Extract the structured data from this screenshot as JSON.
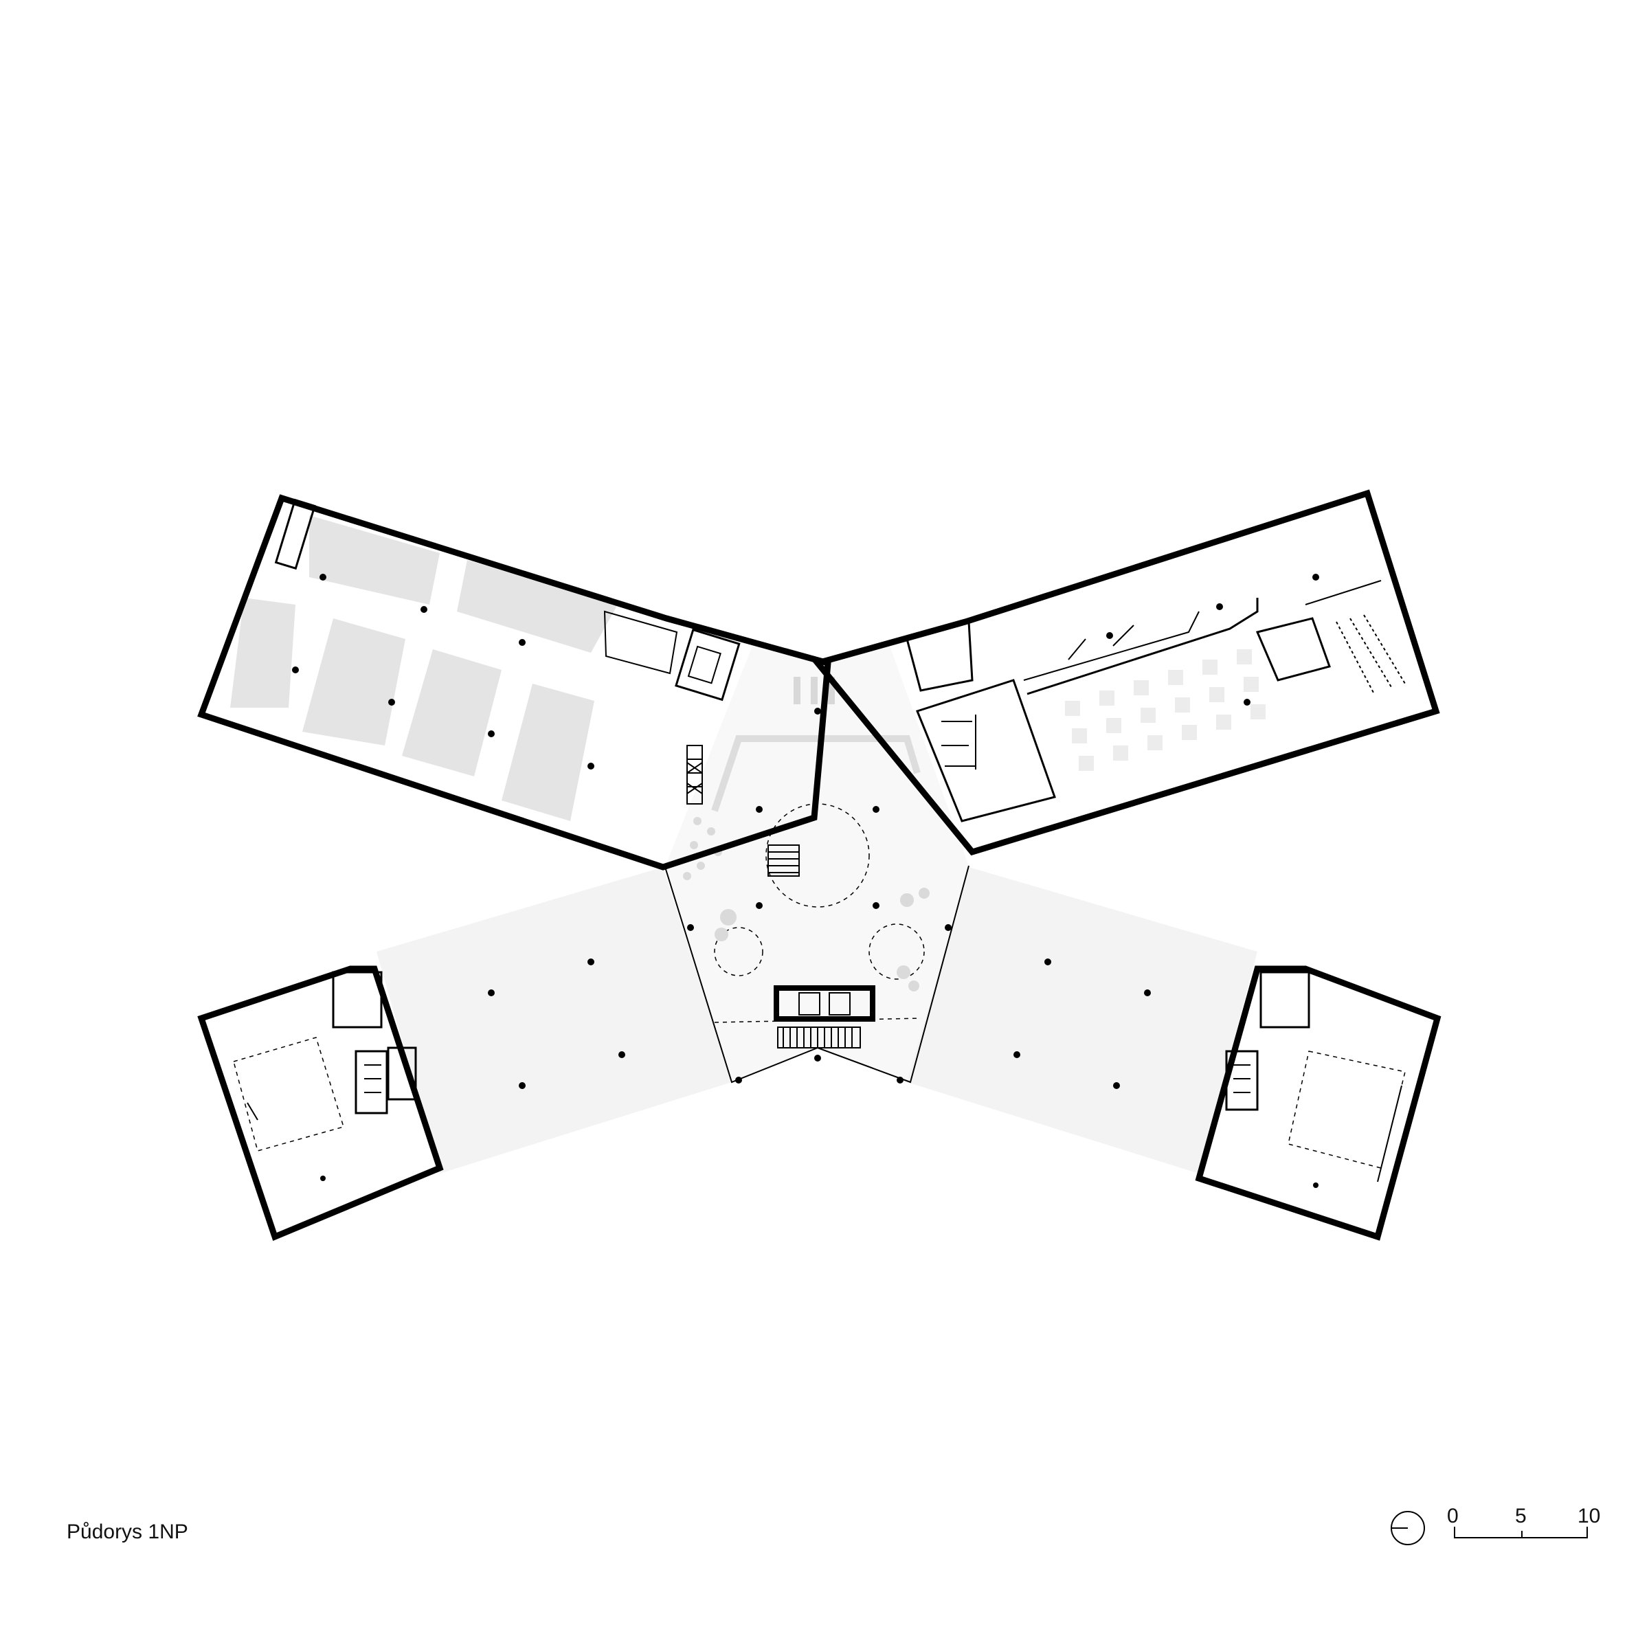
{
  "title": "Půdorys 1NP",
  "north_arrow": {
    "icon": "north-arrow-icon"
  },
  "scale_bar": {
    "labels": [
      "0",
      "5",
      "10"
    ]
  },
  "colors": {
    "wall": "#000000",
    "floor_tint": "#f3f3f3",
    "planting": "#e4e4e4"
  }
}
